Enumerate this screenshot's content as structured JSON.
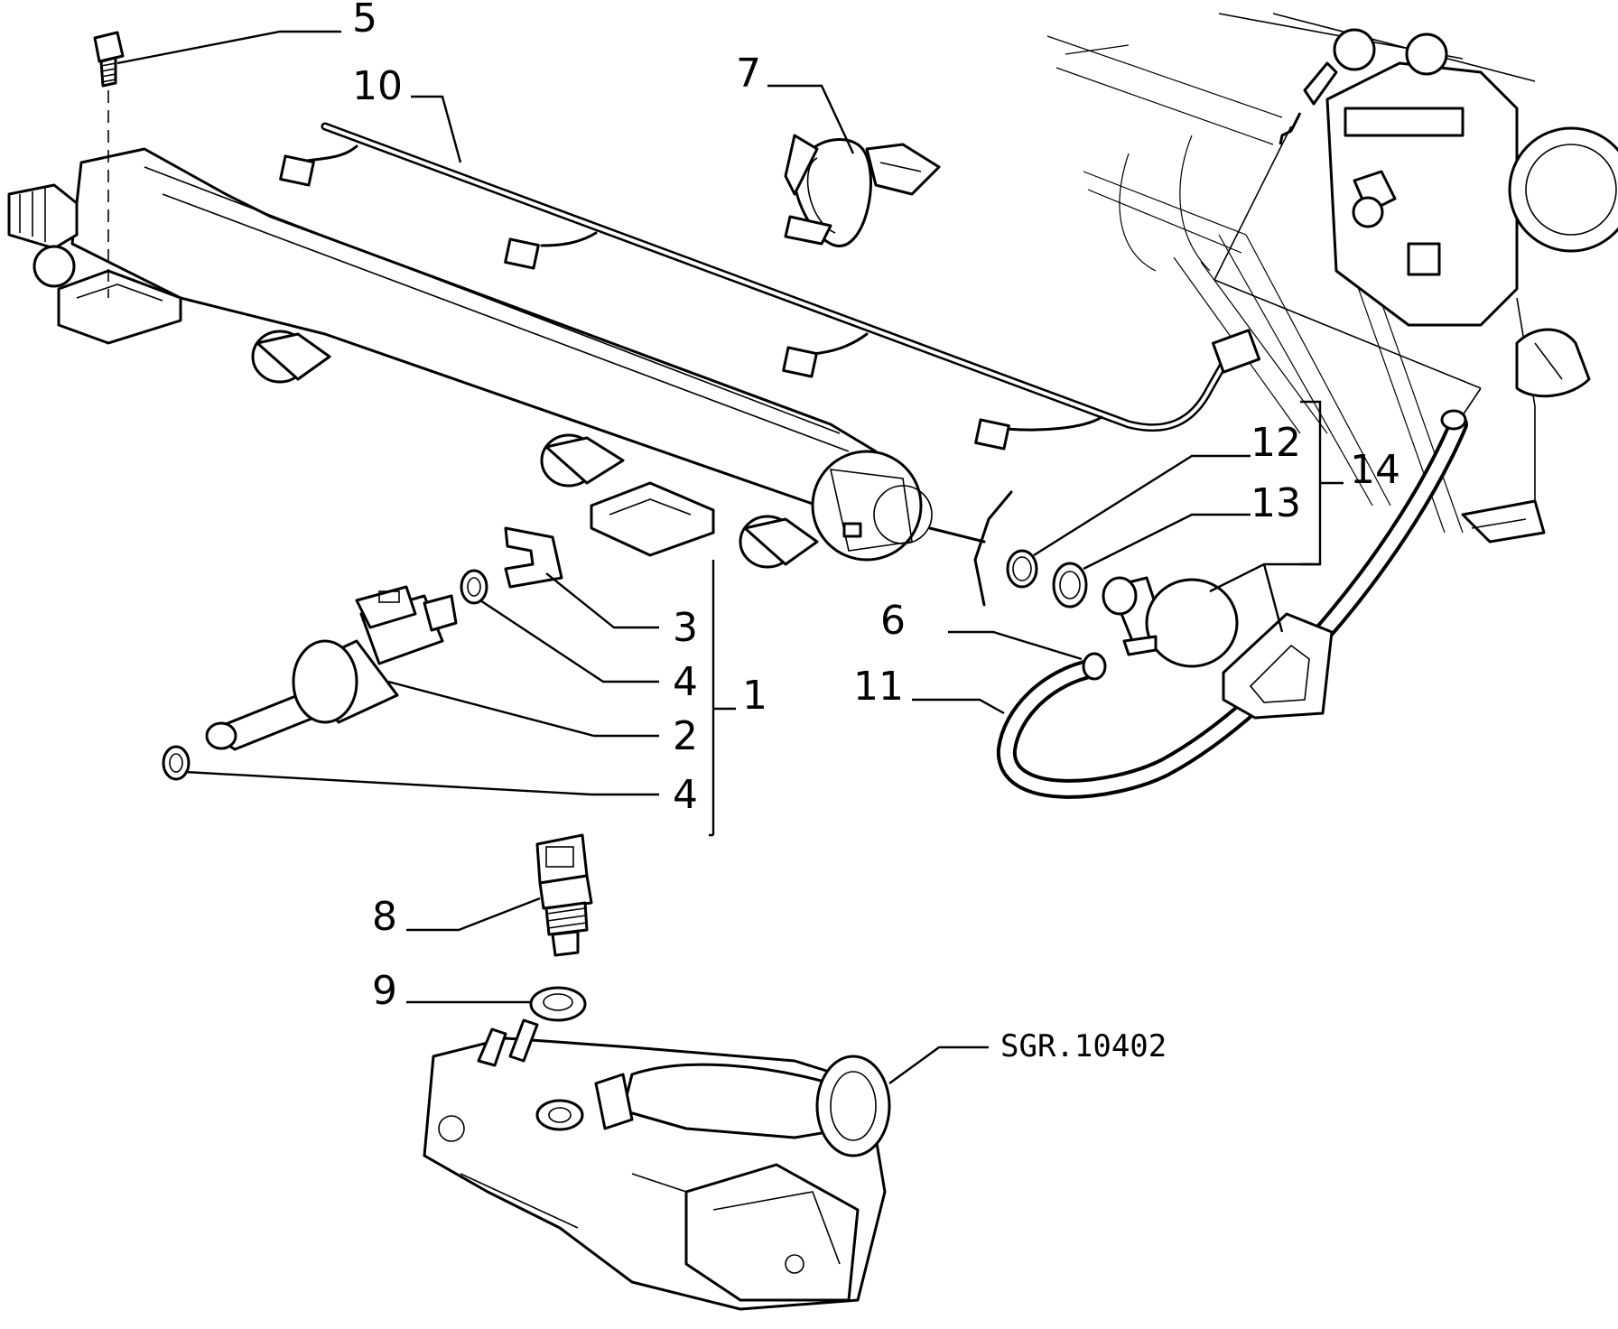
{
  "callouts": {
    "c1": "1",
    "c2": "2",
    "c3": "3",
    "c4a": "4",
    "c4b": "4",
    "c5": "5",
    "c6": "6",
    "c7": "7",
    "c8": "8",
    "c9": "9",
    "c10": "10",
    "c11": "11",
    "c12": "12",
    "c13": "13",
    "c14": "14"
  },
  "drawing_code": "SGR.10402"
}
